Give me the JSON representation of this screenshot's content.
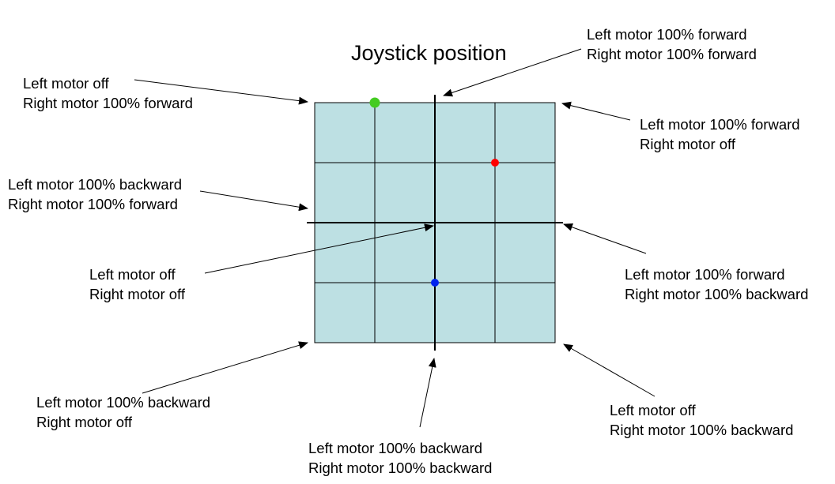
{
  "title": "Joystick position",
  "annotations": {
    "top_left": {
      "line1": "Left motor off",
      "line2": "Right motor 100% forward"
    },
    "top": {
      "line1": "Left motor 100% forward",
      "line2": "Right motor 100% forward"
    },
    "top_right": {
      "line1": "Left motor 100% forward",
      "line2": "Right motor off"
    },
    "left": {
      "line1": "Left motor 100% backward",
      "line2": "Right motor 100% forward"
    },
    "center": {
      "line1": "Left motor off",
      "line2": "Right motor off"
    },
    "right": {
      "line1": "Left motor 100% forward",
      "line2": "Right motor 100% backward"
    },
    "bottom_left": {
      "line1": "Left motor 100% backward",
      "line2": "Right motor off"
    },
    "bottom": {
      "line1": "Left motor 100% backward",
      "line2": "Right motor 100% backward"
    },
    "bottom_right": {
      "line1": "Left motor off",
      "line2": "Right motor 100% backward"
    }
  },
  "grid": {
    "fill_color": "#bde0e3",
    "cells_per_side": 4
  },
  "points": [
    {
      "color": "#44cc22",
      "grid_x": -0.5,
      "grid_y": 1.0
    },
    {
      "color": "#ff0000",
      "grid_x": 0.5,
      "grid_y": 0.5
    },
    {
      "color": "#0022ee",
      "grid_x": 0.0,
      "grid_y": -0.5
    }
  ]
}
